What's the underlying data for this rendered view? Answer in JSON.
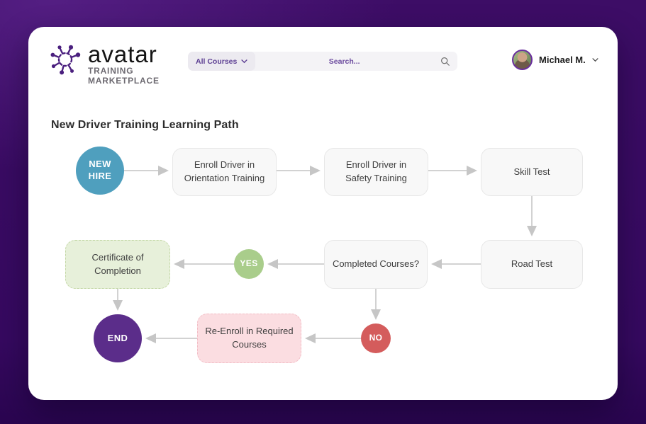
{
  "app": {
    "brand": "avatar",
    "tagline_line1": "TRAINING",
    "tagline_line2": "MARKETPLACE"
  },
  "header": {
    "courses_filter_label": "All Courses",
    "search_placeholder": "Search...",
    "user_name": "Michael M."
  },
  "page": {
    "title": "New Driver Training Learning Path"
  },
  "flowchart": {
    "nodes": {
      "new_hire": "NEW HIRE",
      "orientation": "Enroll Driver in Orientation Training",
      "safety": "Enroll Driver in Safety Training",
      "skill_test": "Skill Test",
      "road_test": "Road Test",
      "completed_courses": "Completed Courses?",
      "yes": "YES",
      "certificate": "Certificate of Completion",
      "no": "NO",
      "reenroll": "Re-Enroll in Required Courses",
      "end": "END"
    }
  },
  "colors": {
    "background_purple": "#360960",
    "brand_purple": "#4a1f7e",
    "new_hire_teal": "#4f9fbe",
    "yes_green": "#a9cd8b",
    "no_red": "#d45c5c",
    "end_purple": "#5b2d8a",
    "certificate_bg": "#e7f0da",
    "reenroll_bg": "#fbdde1",
    "arrow_gray": "#d0d0d0"
  }
}
